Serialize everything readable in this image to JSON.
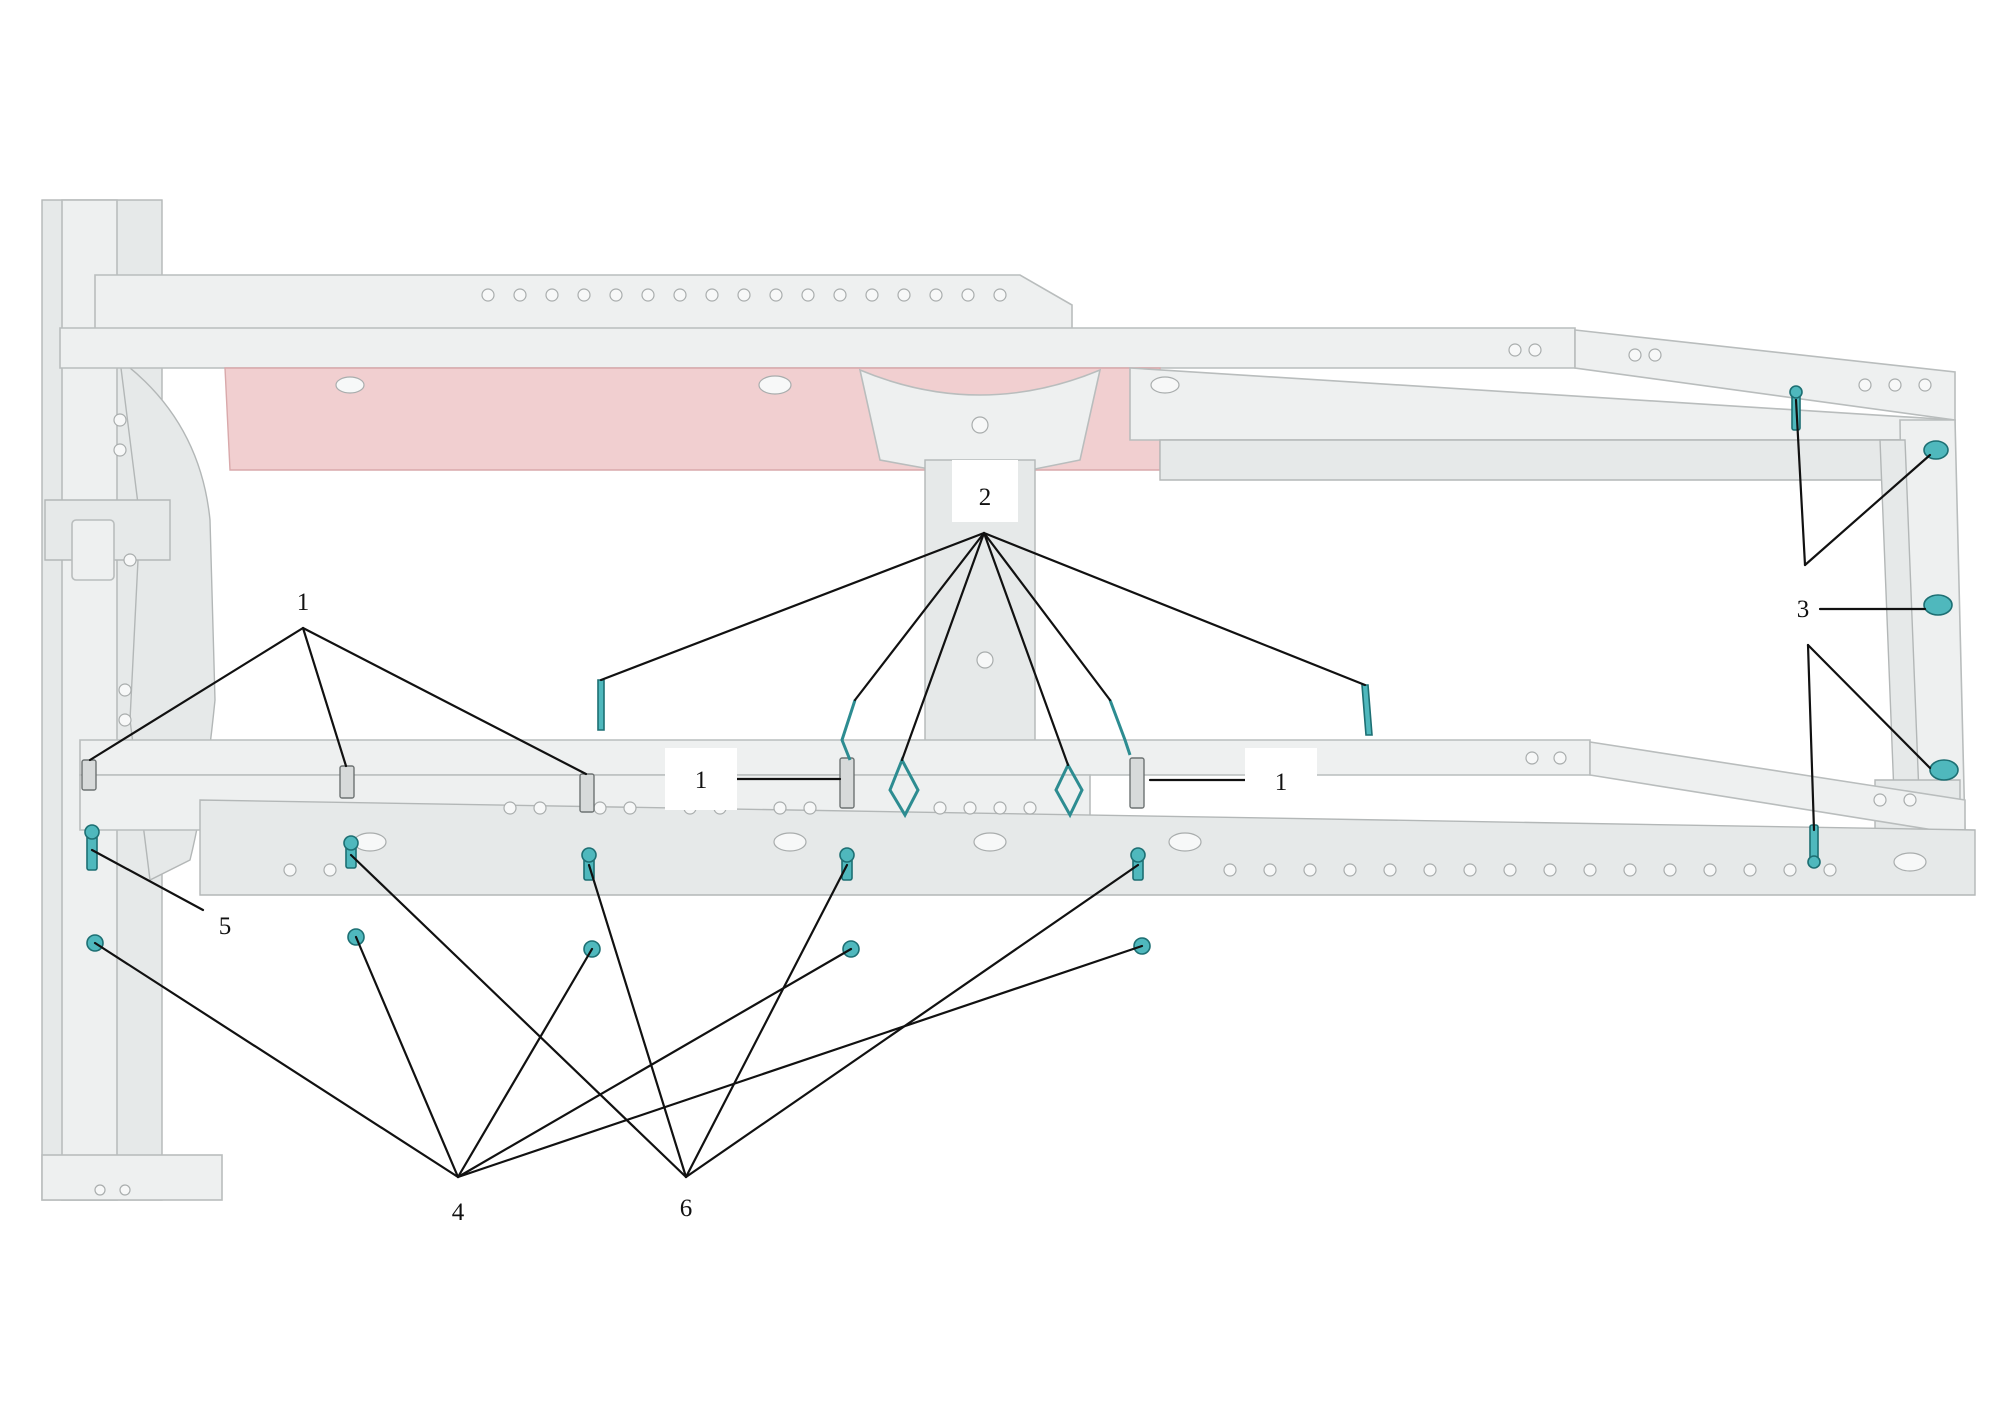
{
  "callouts": [
    {
      "id": "1",
      "text": "1"
    },
    {
      "id": "2",
      "text": "2"
    },
    {
      "id": "3",
      "text": "3"
    },
    {
      "id": "4",
      "text": "4"
    },
    {
      "id": "5",
      "text": "5"
    },
    {
      "id": "6",
      "text": "6"
    }
  ],
  "colors": {
    "frame": "#eef0f0",
    "frame_edge": "#b9bdbd",
    "highlight_rail": "#f1cfd0",
    "fastener": "#4fb8bd",
    "leader": "#111111"
  }
}
